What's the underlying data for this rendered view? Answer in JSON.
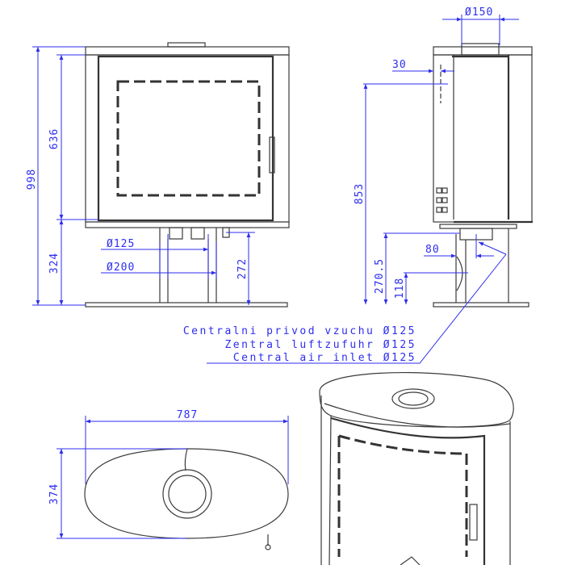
{
  "front_view": {
    "height_total": "998",
    "height_body": "636",
    "height_pedestal": "324",
    "inlet_diameter": "Ø125",
    "pedestal_diameter": "Ø200",
    "inlet_height": "272"
  },
  "side_view": {
    "flue_diameter": "Ø150",
    "flue_offset": "30",
    "flue_height": "853",
    "inlet_depth": "80",
    "inlet_top_height": "270.5",
    "inlet_bottom_height": "118"
  },
  "top_view": {
    "width": "787",
    "depth": "374"
  },
  "notes": {
    "air_inlet_cz": "Centralni privod vzuchu Ø125",
    "air_inlet_de": "Zentral luftzufuhr Ø125",
    "air_inlet_en": "Central air inlet Ø125"
  },
  "colors": {
    "dimension": "#2d2df0",
    "outline": "#3a3a3a"
  }
}
